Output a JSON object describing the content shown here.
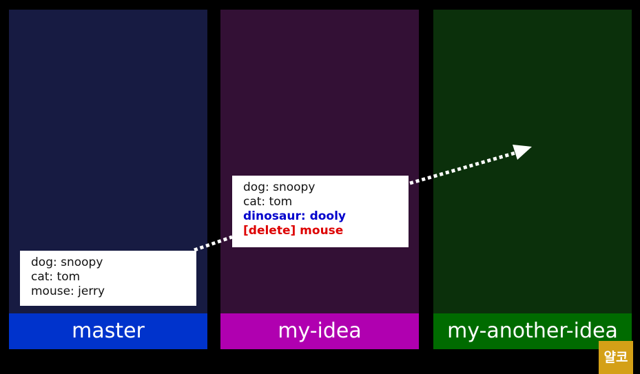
{
  "colors": {
    "master_bg": "#171b42",
    "master_label": "#0033cc",
    "idea_bg": "#331035",
    "idea_label": "#b000b0",
    "another_bg": "#0b300b",
    "another_label": "#006b00",
    "added_text": "#0000cc",
    "deleted_text": "#dd0000"
  },
  "branches": [
    {
      "name": "master"
    },
    {
      "name": "my-idea"
    },
    {
      "name": "my-another-idea"
    }
  ],
  "master_note": {
    "lines": [
      "dog: snoopy",
      "cat: tom",
      "mouse: jerry"
    ]
  },
  "idea_note": {
    "lines": [
      "dog: snoopy",
      "cat: tom"
    ],
    "added": "dinosaur: dooly",
    "deleted": "[delete] mouse"
  },
  "logo": {
    "text": "얄코"
  }
}
